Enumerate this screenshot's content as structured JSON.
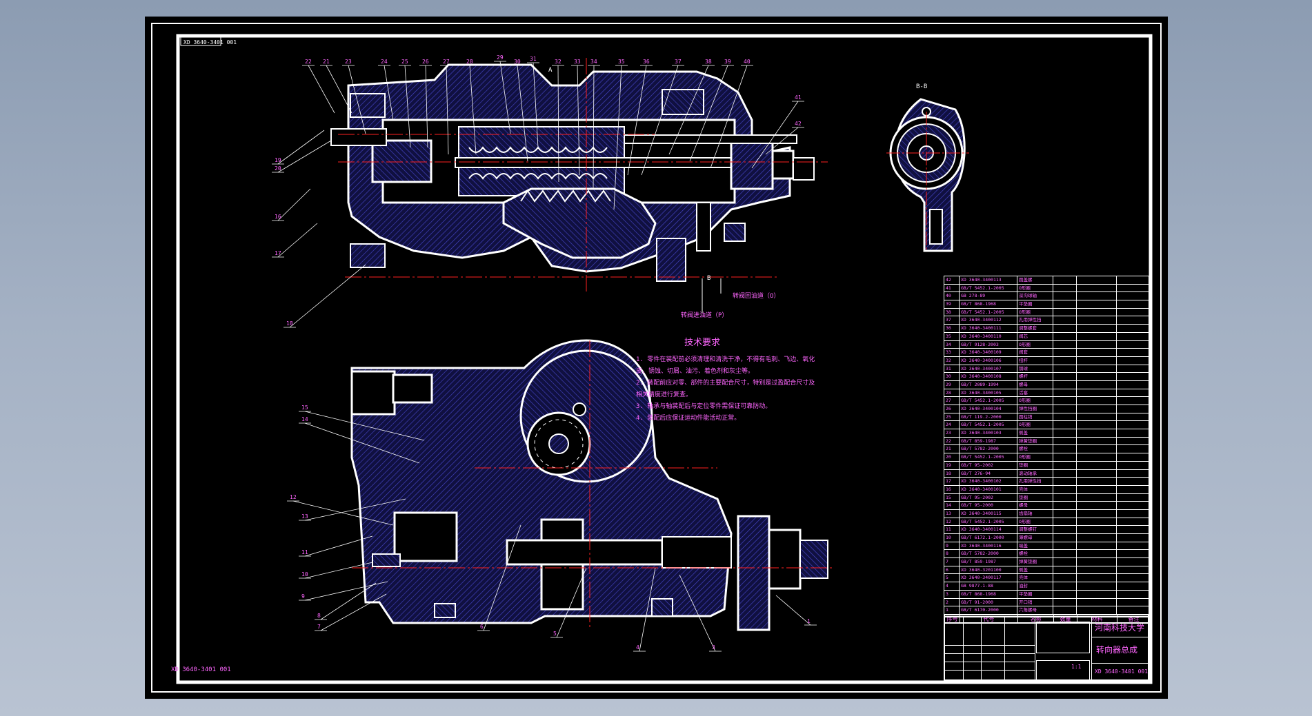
{
  "drawing": {
    "number_rotated": "XD 3640-3401 001",
    "number_bottom": "XD 3640-3401 001",
    "section_A": "A",
    "section_B": "B-B",
    "label_B": "B",
    "port_in": "转阀进油道（P）",
    "port_out": "转阀回油道（O）"
  },
  "balloons_main": [
    "22",
    "21",
    "23",
    "24",
    "25",
    "26",
    "27",
    "28",
    "29",
    "30",
    "31",
    "32",
    "33",
    "34",
    "35",
    "36",
    "37",
    "38",
    "39",
    "40",
    "41",
    "42",
    "19",
    "20",
    "16",
    "17",
    "18"
  ],
  "balloons_lower": [
    "15",
    "14",
    "13",
    "12",
    "11",
    "10",
    "9",
    "8",
    "7",
    "6",
    "5",
    "4",
    "3",
    "1"
  ],
  "notes": {
    "title": "技术要求",
    "lines": [
      "1. 零件在装配前必须清理和清洗干净，不得有毛刺、飞边、氧化",
      "皮、锈蚀、切屑、油污、着色剂和灰尘等。",
      "2. 装配前应对零、部件的主要配合尺寸，特别是过盈配合尺寸及",
      "相关精度进行复查。",
      "3. 轴承与轴装配后与定位零件需保证可靠防动。",
      "4. 装配后应保证运动件能活动正常。"
    ]
  },
  "bom": {
    "rows": [
      [
        "42",
        "XD 3640-3400113",
        "圆盖螺"
      ],
      [
        "41",
        "GB/T 5452.1-2005",
        "O形圈"
      ],
      [
        "40",
        "GB 278-89",
        "深沟球轴"
      ],
      [
        "39",
        "GB/T 868-1968",
        "平垫圈"
      ],
      [
        "38",
        "GB/T 5452.1-2005",
        "O形圈"
      ],
      [
        "37",
        "XD 3640-3400112",
        "孔用弹性挡"
      ],
      [
        "36",
        "XD 3640-3400111",
        "调整螺套"
      ],
      [
        "35",
        "XD 3640-3400110",
        "阀芯"
      ],
      [
        "34",
        "GB/T 9128-2003",
        "O形圈"
      ],
      [
        "33",
        "XD 3640-3400109",
        "阀套"
      ],
      [
        "32",
        "XD 3640-3400106",
        "扭杆"
      ],
      [
        "31",
        "XD 3640-3400107",
        "钢球"
      ],
      [
        "30",
        "XD 3640-3400108",
        "螺杆"
      ],
      [
        "29",
        "GB/T 2089-1994",
        "螺母"
      ],
      [
        "28",
        "XD 3640-3400105",
        "活塞"
      ],
      [
        "27",
        "GB/T 5452.1-2005",
        "O形圈"
      ],
      [
        "26",
        "XD 3640-3400104",
        "弹性挡圈"
      ],
      [
        "25",
        "GB/T 119.2-2000",
        "圆柱销"
      ],
      [
        "24",
        "GB/T 5452.1-2005",
        "O形圈"
      ],
      [
        "23",
        "XD 3640-3400103",
        "侧盖"
      ],
      [
        "22",
        "GB/T 859-1987",
        "弹簧垫圈"
      ],
      [
        "21",
        "GB/T 5782-2000",
        "螺栓"
      ],
      [
        "20",
        "GB/T 5452.1-2005",
        "O形圈"
      ],
      [
        "19",
        "GB/T 95-2002",
        "垫圈"
      ],
      [
        "18",
        "GB/T 276-94",
        "滚动轴承"
      ],
      [
        "17",
        "XD 3640-3400102",
        "孔用弹性挡"
      ],
      [
        "16",
        "XD 3640-3400101",
        "壳体"
      ],
      [
        "15",
        "GB/T 95-2002",
        "垫圈"
      ],
      [
        "14",
        "GB/T 95-2000",
        "螺母"
      ],
      [
        "13",
        "XD 3640-3400115",
        "齿扇轴"
      ],
      [
        "12",
        "GB/T 5452.1-2005",
        "O形圈"
      ],
      [
        "11",
        "XD 3640-3400114",
        "调整螺钉"
      ],
      [
        "10",
        "GB/T 6172.1-2000",
        "薄螺母"
      ],
      [
        "9",
        "XD 3640-3400116",
        "端盖"
      ],
      [
        "8",
        "GB/T 5782-2000",
        "螺栓"
      ],
      [
        "7",
        "GB/T 859-1987",
        "弹簧垫圈"
      ],
      [
        "6",
        "XD 3640-3201100",
        "侧盖"
      ],
      [
        "5",
        "XD 3640-3400117",
        "壳体"
      ],
      [
        "4",
        "GB 9877.1-88",
        "油封"
      ],
      [
        "3",
        "GB/T 868-1968",
        "平垫圈"
      ],
      [
        "2",
        "GB/T 91-2000",
        "开口销"
      ],
      [
        "1",
        "GB/T 6170-2000",
        "六角螺母"
      ]
    ],
    "header": [
      "序号",
      "代号",
      "名称",
      "数量",
      "材料",
      "备注"
    ]
  },
  "titleblock": {
    "school": "河南科技大学",
    "drawing_title": "转向器总成",
    "code": "XD 3640-3401 001",
    "scale_label": "1:1"
  },
  "colors": {
    "sheet": "#000000",
    "outline": "#ffffff",
    "hatch": "#3a3aa8",
    "center": "#ff2020",
    "dim": "#ff66ff"
  }
}
